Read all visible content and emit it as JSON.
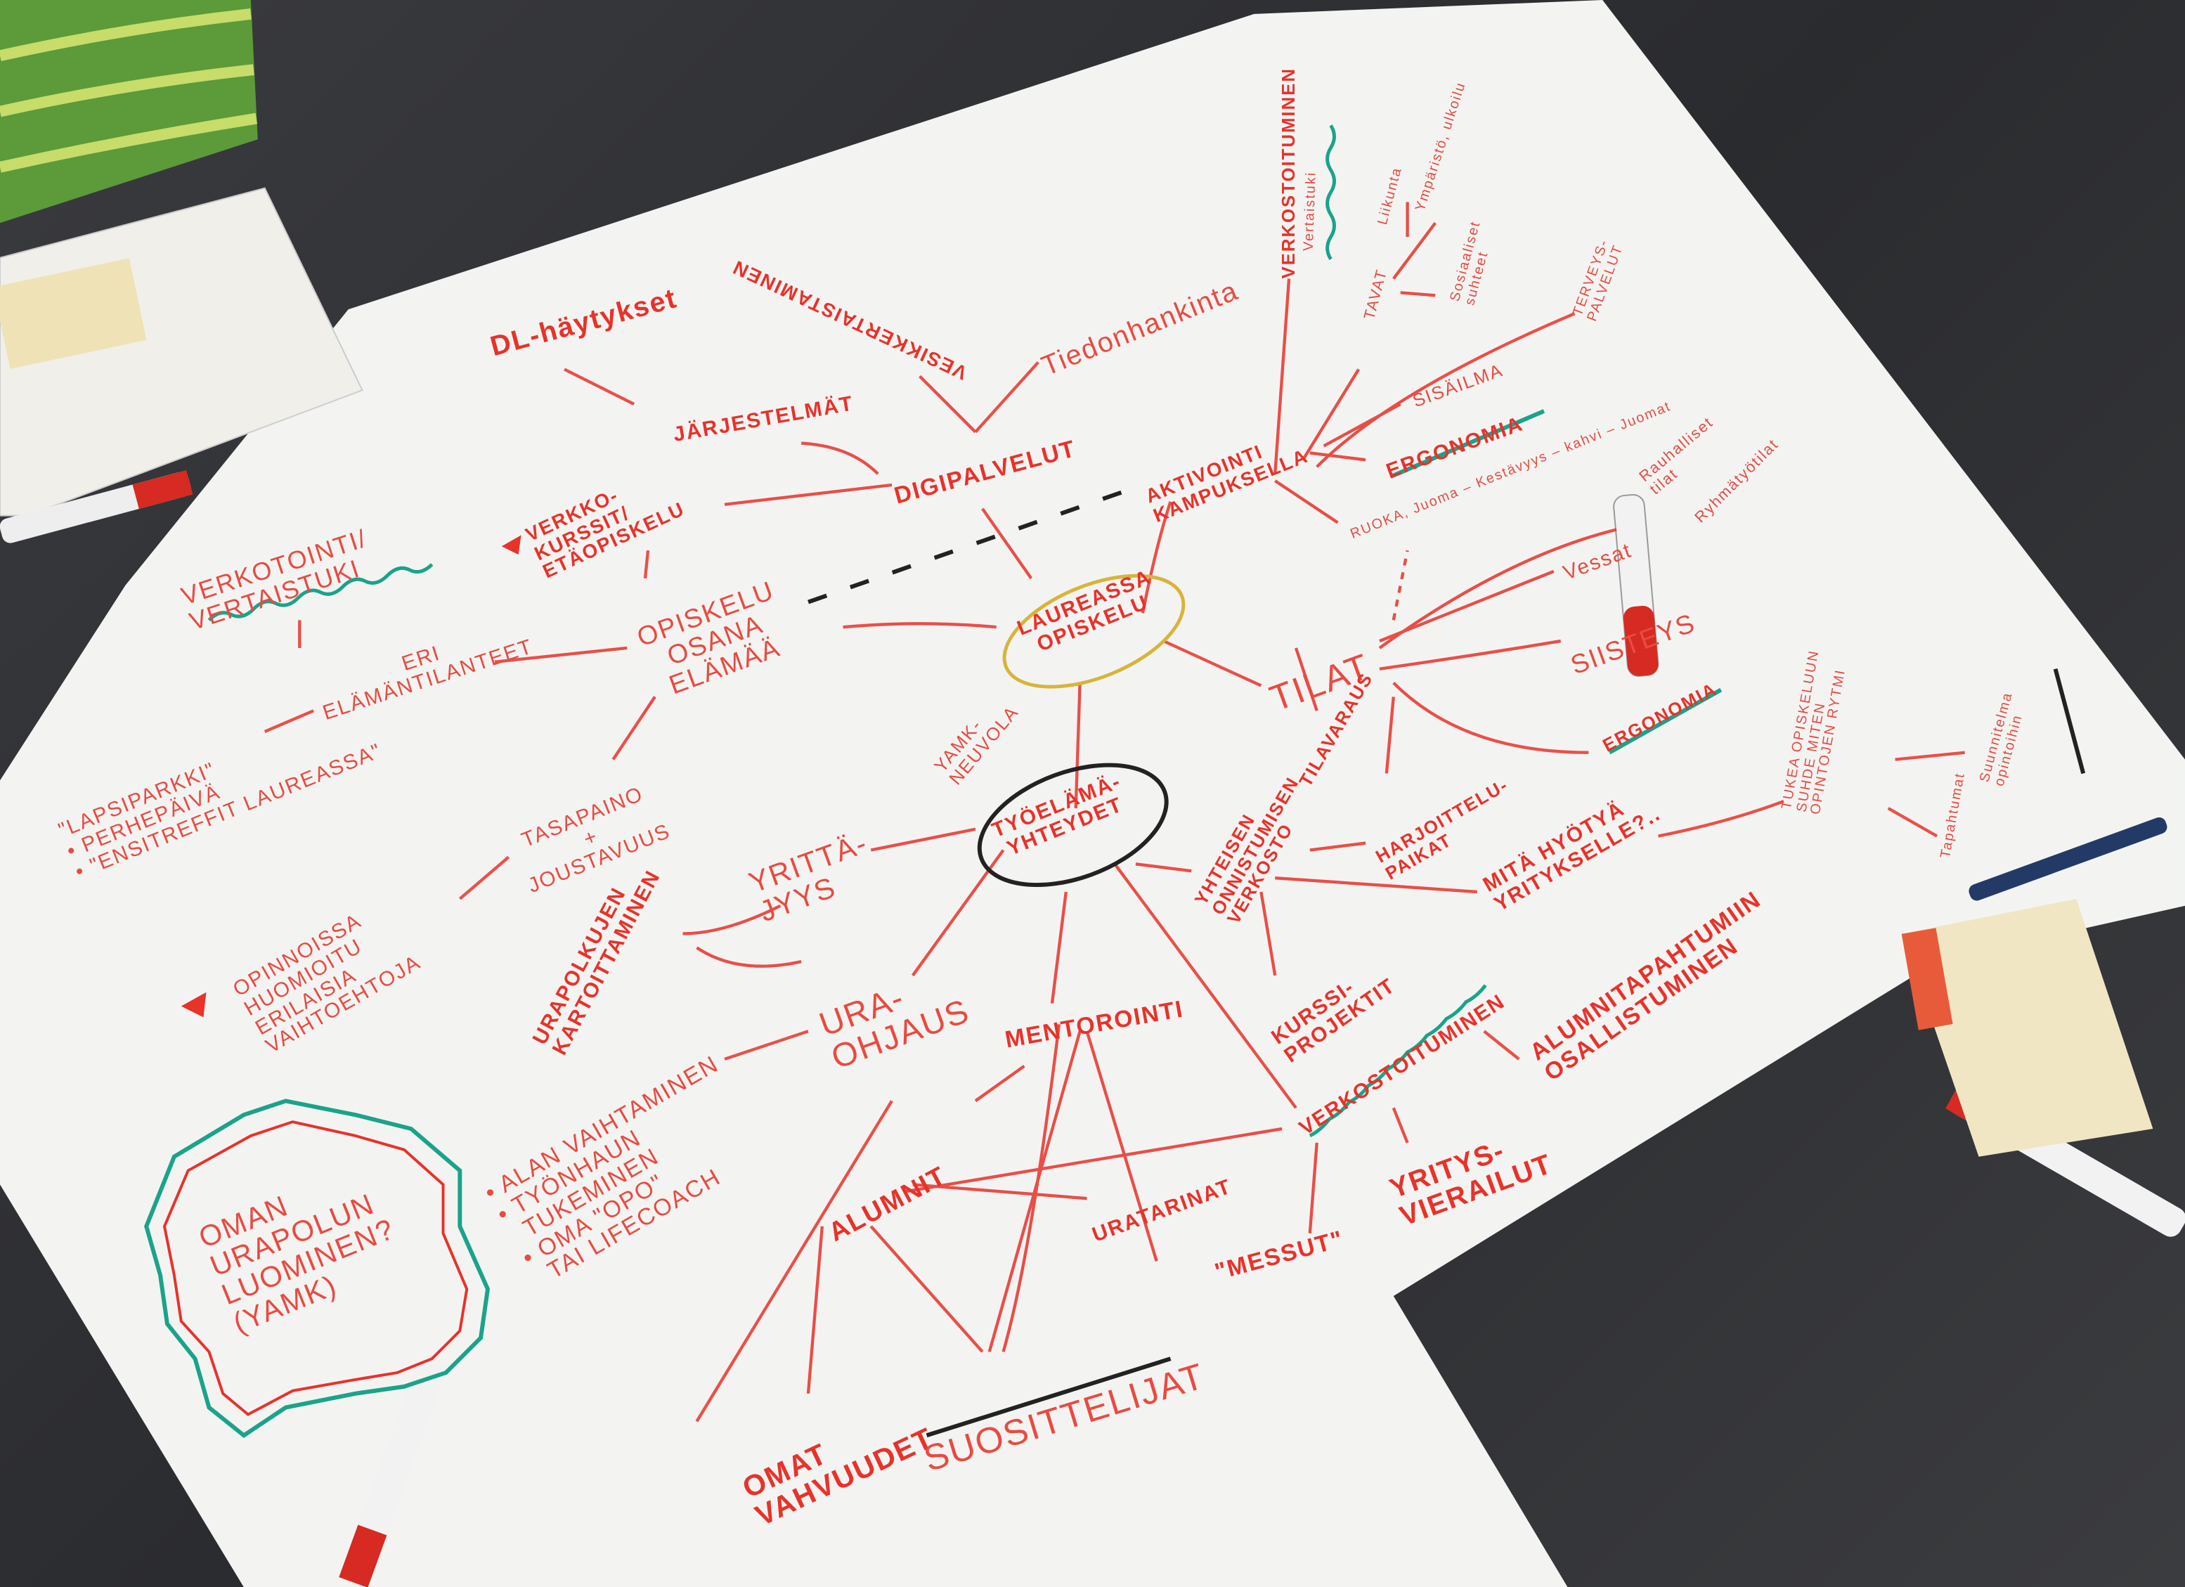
{
  "colors": {
    "marker_red": "#e8322a",
    "marker_teal": "#1aa38a",
    "marker_black": "#222222",
    "marker_yellow": "#d9b33a",
    "paper": "#f4f5f3",
    "table": "#2c2d30"
  },
  "center": {
    "laureassa": "LAUREASSA\nOPISKELU",
    "tyoelama": "TYÖELÄMÄ-\nYHTEYDET"
  },
  "top": {
    "dl": "DL-häytykset",
    "vesi": "VESIKKERTAISTAMINEN",
    "tiedonhankinta": "Tiedonhankinta",
    "jarjestelmat": "JÄRJESTELMÄT",
    "digipalvelut": "DIGIPALVELUT",
    "verkkokurssit": "VERKKO-\nKURSSIT/\nETÄOPISKELU",
    "verkotointi": "VERKOTOINTI/\nVERTAISTUKI",
    "opiskelu": "OPISKELU\nOSANA\nELÄMÄÄ",
    "eri": "ERI\nELÄMÄNTILANTEET"
  },
  "left": {
    "lapsi": "\"LAPSIPARKKI\"\n• PERHEPÄIVÄ\n• \"ENSITREFFIT LAUREASSA\"",
    "tasapaino": "TASAPAINO\n+\nJOUSTAVUUS",
    "opinnoissa": "OPINNOISSA\nHUOMIOITU\nERILAISIA\nVAIHTOEHTOJA",
    "urapolkujen": "URAPOLKUJEN\nKARTOITTAMINEN",
    "yrittajyys": "YRITTÄ-\nJYYS",
    "uraohjaus": "URA-\nOHJAUS",
    "ohjaus_list": "• ALAN VAIHTAMINEN\n• TYÖNHAUN\n  TUKEMINEN\n• OMA \"OPO\"\n  TAI LIFECOACH",
    "oman": "OMAN\nURAPOLUN\nLUOMINEN?\n(YAMK)"
  },
  "bottom": {
    "yamk": "YAMK-\nNEUVOLA",
    "mentorointi": "MENTOROINTI",
    "alumnit": "ALUMNIT",
    "uratarinat": "URATARINAT",
    "omat": "OMAT\nVAHVUUDET",
    "suosittelijat": "SUOSITTELIJAT",
    "messut": "\"MESSUT\"",
    "yritysvierailut": "YRITYS-\nVIERAILUT",
    "verkostoituminen": "VERKOSTOITUMINEN",
    "alumnitapahtumiin": "ALUMNITAPAHTUMIIN\nOSALLISTUMINEN",
    "kurssiprojektit": "KURSSI-\nPROJEKTIT",
    "yhteisen": "YHTEISEN\nONNISTUMISEN\nVERKOSTO",
    "harjoittelu": "HARJOITTELU-\nPAIKAT",
    "mita": "MITÄ HYÖTYÄ\nYRITYKSELLE?.."
  },
  "right": {
    "tilat": "TILAT",
    "tilavaraus": "TILAVARAUS",
    "aktivointi": "AKTIVOINTI\nKAMPUKSELLA",
    "verkostoituminen_top": "VERKOSTOITUMINEN",
    "vertaistuki": "Vertaistuki",
    "tavat": "TAVAT",
    "liikunta": "Liikunta",
    "ymparisto": "Ympäristö, ulkoilu",
    "sosiaaliset": "Sosiaaliset\nsuhteet",
    "terveys": "TERVEYS-\nPALVELUT",
    "sisailma": "SISÄILMA",
    "ergonomia": "ERGONOMIA",
    "ruoka": "RUOKA, Juoma – Kestävyys – kahvi – Juomat",
    "rauhalliset": "Rauhalliset\ntilat",
    "ryhmatyotilat": "Ryhmätyötilat",
    "vessat": "Vessat",
    "siisteys": "SIISTEYS",
    "ergonomia2": "ERGONOMIA",
    "tukea": "TUKEA OPISKELUUN\nSUHDE MITEN\nOPINTOJEN RYTMI",
    "suunnitelma": "Suunnitelma\nopintoihin",
    "tapahtumat": "Tapahtumat"
  }
}
